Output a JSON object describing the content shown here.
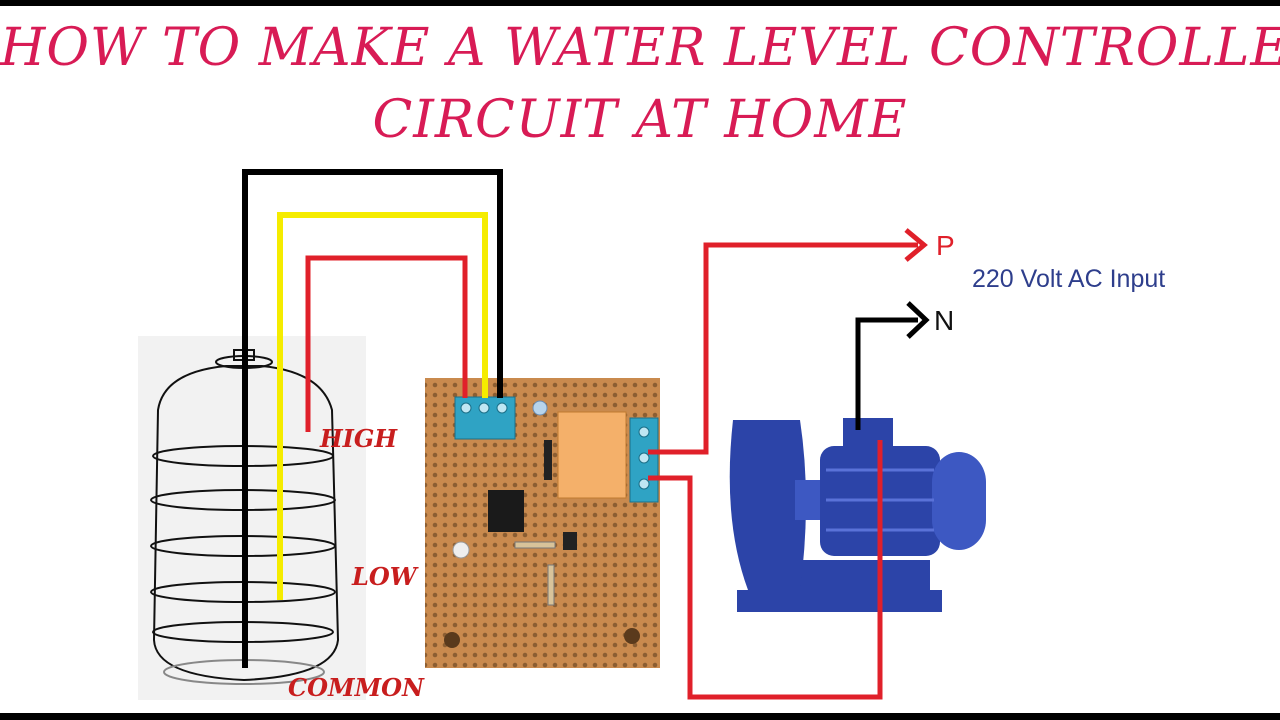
{
  "title": {
    "line1": "HOW TO MAKE A WATER LEVEL CONTROLLER",
    "line2": "CIRCUIT AT HOME"
  },
  "labels": {
    "high": "HIGH",
    "low": "LOW",
    "common": "COMMON",
    "phase": "P",
    "neutral": "N",
    "input": "220 Volt AC Input"
  },
  "colors": {
    "title": "#d81b55",
    "wire_red": "#e0202a",
    "wire_yellow": "#f5ec00",
    "wire_black": "#000000",
    "pcb": "#c98a4e",
    "pump": "#2c44a8",
    "relay": "#f4b06a",
    "terminal": "#2fa3c4"
  },
  "icons": {
    "tank": "water-tank-icon",
    "pcb": "circuit-board-icon",
    "pump": "water-pump-icon"
  }
}
